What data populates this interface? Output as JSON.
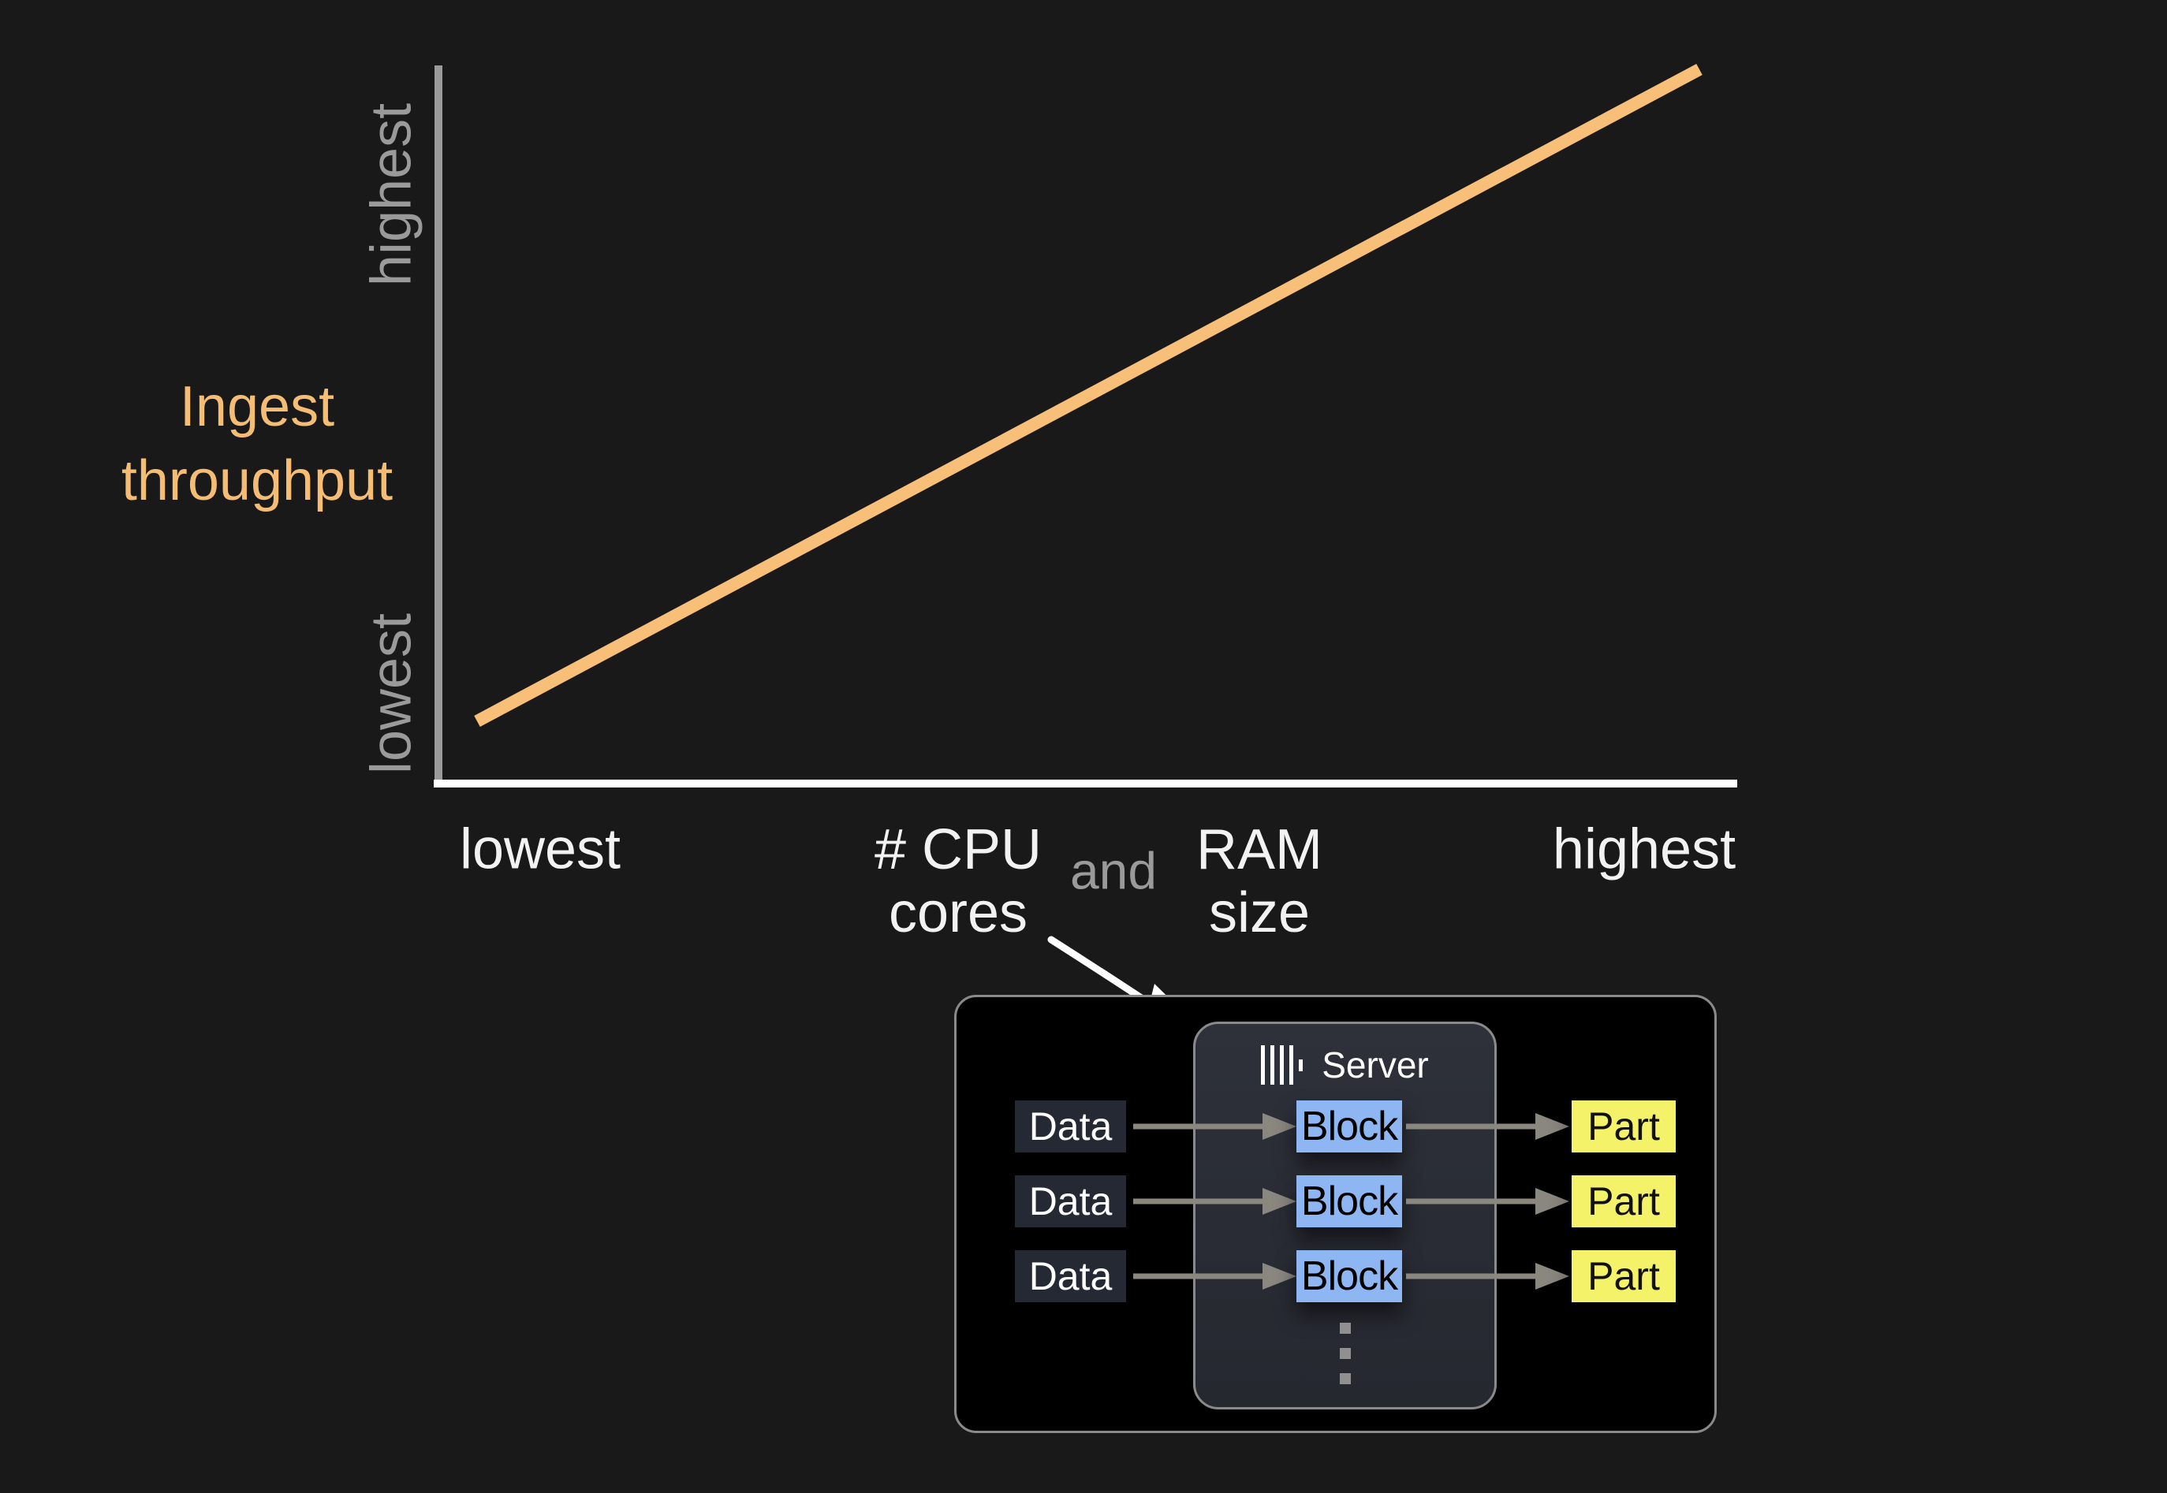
{
  "colors": {
    "background": "#191919",
    "axis_y": "#9a9a9a",
    "axis_x": "#ffffff",
    "trend_line": "#f7bf77",
    "muted_label": "#9a9a9a",
    "white_label": "#f2f2f2",
    "orange_label": "#f5bd74",
    "box_border": "#8a8a8a",
    "diagram_bg": "#000000",
    "server_panel_bg": "#2b2e36",
    "data_box_bg": "#252933",
    "data_box_text": "#ffffff",
    "block_box_bg": "#8db6f2",
    "block_box_text": "#000000",
    "part_box_bg": "#f3f269",
    "part_box_text": "#111111",
    "flow_arrow": "#8a877f",
    "hand_arrow": "#ffffff",
    "ellipsis_dot": "#909090"
  },
  "chart": {
    "y_axis": {
      "top_tick": "highest",
      "bottom_tick": "lowest",
      "title_line1": "Ingest",
      "title_line2": "throughput"
    },
    "x_axis": {
      "left_tick": "lowest",
      "right_tick": "highest",
      "label1_line1": "# CPU",
      "label1_line2": "cores",
      "conjunction": "and",
      "label2_line1": "RAM",
      "label2_line2": "size"
    }
  },
  "chart_data": {
    "type": "line",
    "title": "",
    "xlabel": "# CPU cores and RAM size",
    "ylabel": "Ingest throughput",
    "x_tick_labels": [
      "lowest",
      "highest"
    ],
    "y_tick_labels": [
      "lowest",
      "highest"
    ],
    "grid": false,
    "legend": false,
    "line_color": "#f7bf77",
    "series": [
      {
        "name": "Ingest throughput vs # CPU cores and RAM size",
        "x": [
          "lowest",
          "highest"
        ],
        "y": [
          "lowest",
          "highest"
        ],
        "shape": "linear-increasing"
      }
    ]
  },
  "diagram": {
    "server": {
      "label": "Server",
      "icon": "clickhouse-logo-icon"
    },
    "rows": [
      {
        "input": "Data",
        "stage": "Block",
        "output": "Part"
      },
      {
        "input": "Data",
        "stage": "Block",
        "output": "Part"
      },
      {
        "input": "Data",
        "stage": "Block",
        "output": "Part"
      }
    ]
  }
}
